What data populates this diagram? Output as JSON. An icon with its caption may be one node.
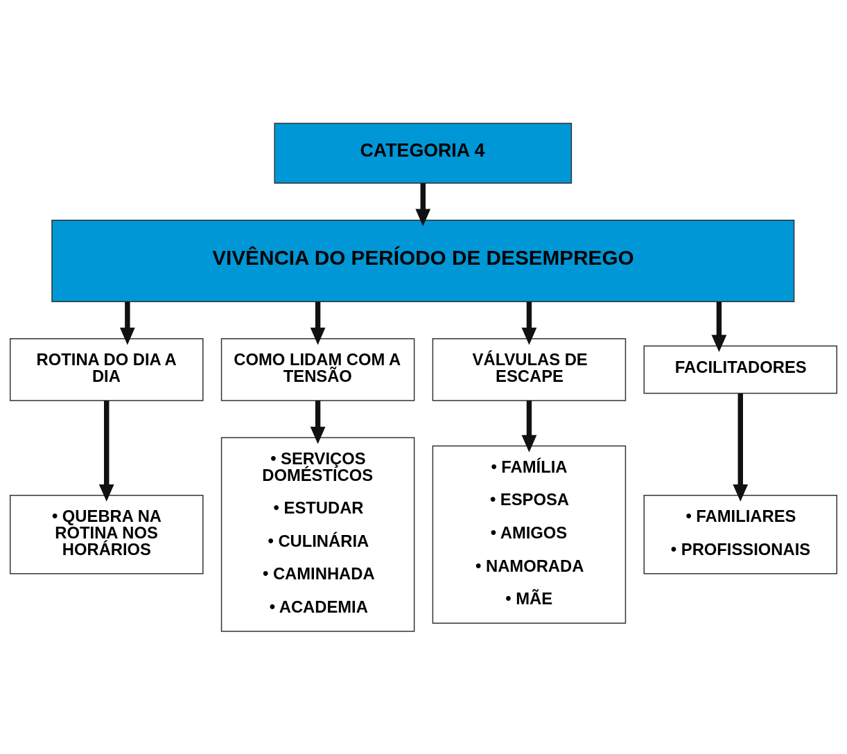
{
  "diagram": {
    "nodes": [
      {
        "text": [
          "CATEGORIA 4"
        ]
      },
      {
        "text": [
          "VIVÊNCIA DO PERÍODO DE DESEMPREGO"
        ]
      },
      {
        "text": [
          "ROTINA DO DIA A DIA"
        ]
      },
      {
        "text": [
          "COMO LIDAM COM A TENSÃO"
        ]
      },
      {
        "text": [
          "VÁLVULAS DE ESCAPE"
        ]
      },
      {
        "text": [
          "FACILITADORES"
        ]
      },
      {
        "text": [
          "• QUEBRA NA ROTINA NOS HORÁRIOS"
        ]
      },
      {
        "text": [
          "• SERVIÇOS DOMÉSTICOS",
          "• ESTUDAR",
          "• CULINÁRIA",
          "• CAMINHADA",
          "• ACADEMIA"
        ]
      },
      {
        "text": [
          "• FAMÍLIA",
          "• ESPOSA",
          "• AMIGOS",
          "• NAMORADA",
          "• MÃE"
        ]
      },
      {
        "text": [
          "• FAMILIARES",
          "• PROFISSIONAIS"
        ]
      }
    ],
    "edges": [
      {
        "from": 0,
        "to": 1,
        "arrow": "to"
      },
      {
        "from": 1,
        "to": 2,
        "arrow": "to"
      },
      {
        "from": 1,
        "to": 3,
        "arrow": "to"
      },
      {
        "from": 1,
        "to": 4,
        "arrow": "to"
      },
      {
        "from": 1,
        "to": 5,
        "arrow": "to"
      },
      {
        "from": 2,
        "to": 6,
        "arrow": "to"
      },
      {
        "from": 3,
        "to": 7,
        "arrow": "to"
      },
      {
        "from": 4,
        "to": 8,
        "arrow": "to"
      },
      {
        "from": 5,
        "to": 9,
        "arrow": "to"
      }
    ]
  }
}
